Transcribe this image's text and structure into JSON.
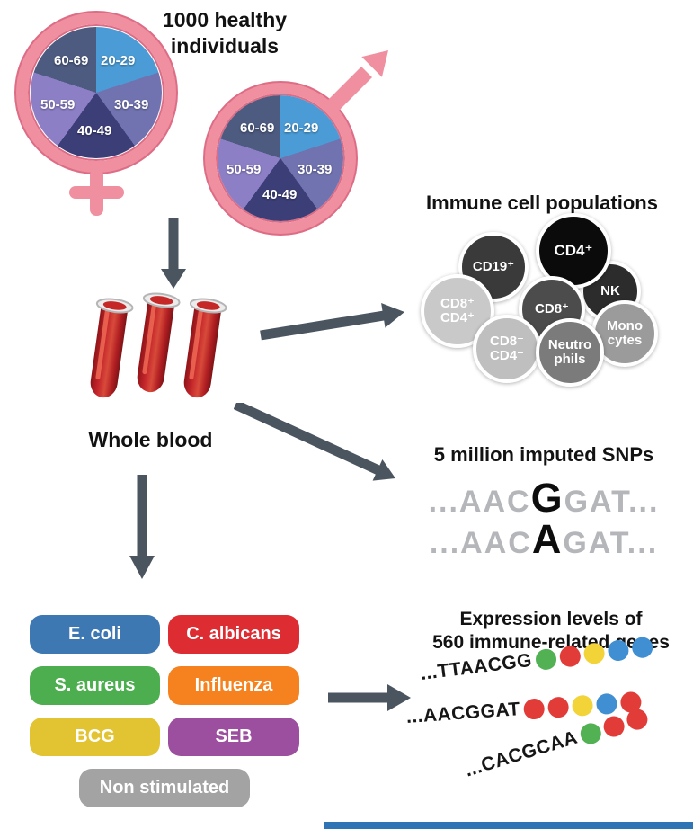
{
  "header": {
    "title": "1000 healthy\nindividuals"
  },
  "age_groups": [
    "20-29",
    "30-39",
    "40-49",
    "50-59",
    "60-69"
  ],
  "pie": {
    "colors": {
      "20-29": "#4b9cd6",
      "30-39": "#7173b0",
      "40-49": "#3c3e78",
      "50-59": "#8d7fc6",
      "60-69": "#4d5b80"
    },
    "ring_color": "#ef8fa0"
  },
  "whole_blood": {
    "label": "Whole blood"
  },
  "immune": {
    "title": "Immune cell populations",
    "cells": [
      {
        "label": "CD19⁺",
        "color": "#3a3a3a"
      },
      {
        "label": "CD4⁺",
        "color": "#0b0b0b"
      },
      {
        "label": "NK",
        "color": "#2c2c2c"
      },
      {
        "label": "CD8⁺",
        "color": "#4c4c4c"
      },
      {
        "label": "CD8⁺\nCD4⁺",
        "color": "#c9c9c9"
      },
      {
        "label": "CD8⁻\nCD4⁻",
        "color": "#bfbfbf"
      },
      {
        "label": "Neutro\nphils",
        "color": "#7b7b7b"
      },
      {
        "label": "Mono\ncytes",
        "color": "#9b9b9b"
      }
    ]
  },
  "snps": {
    "title": "5 million imputed SNPs",
    "line1": {
      "pre": "...AAC",
      "variant": "G",
      "post": "GAT..."
    },
    "line2": {
      "pre": "...AAC",
      "variant": "A",
      "post": "GAT..."
    }
  },
  "stimuli": [
    {
      "label": "E. coli",
      "color": "#3d78b3"
    },
    {
      "label": "C. albicans",
      "color": "#dd2c32"
    },
    {
      "label": "S. aureus",
      "color": "#4cae4f"
    },
    {
      "label": "Influenza",
      "color": "#f5821f"
    },
    {
      "label": "BCG",
      "color": "#e2c331"
    },
    {
      "label": "SEB",
      "color": "#9c4f9e"
    },
    {
      "label": "Non stimulated",
      "color": "#a3a3a3"
    }
  ],
  "expression": {
    "title": "Expression levels of\n560 immune-related genes",
    "rows": [
      {
        "seq": "...TTAACGG",
        "dots": [
          "#52b153",
          "#e23c39",
          "#f2d338",
          "#3f8fd2",
          "#3f8fd2"
        ]
      },
      {
        "seq": "...AACGGAT",
        "dots": [
          "#e23c39",
          "#e23c39",
          "#f2d338",
          "#3f8fd2",
          "#e23c39"
        ]
      },
      {
        "seq": "...CACGCAA",
        "dots": [
          "#52b153",
          "#e23c39",
          "#e23c39"
        ]
      }
    ]
  }
}
